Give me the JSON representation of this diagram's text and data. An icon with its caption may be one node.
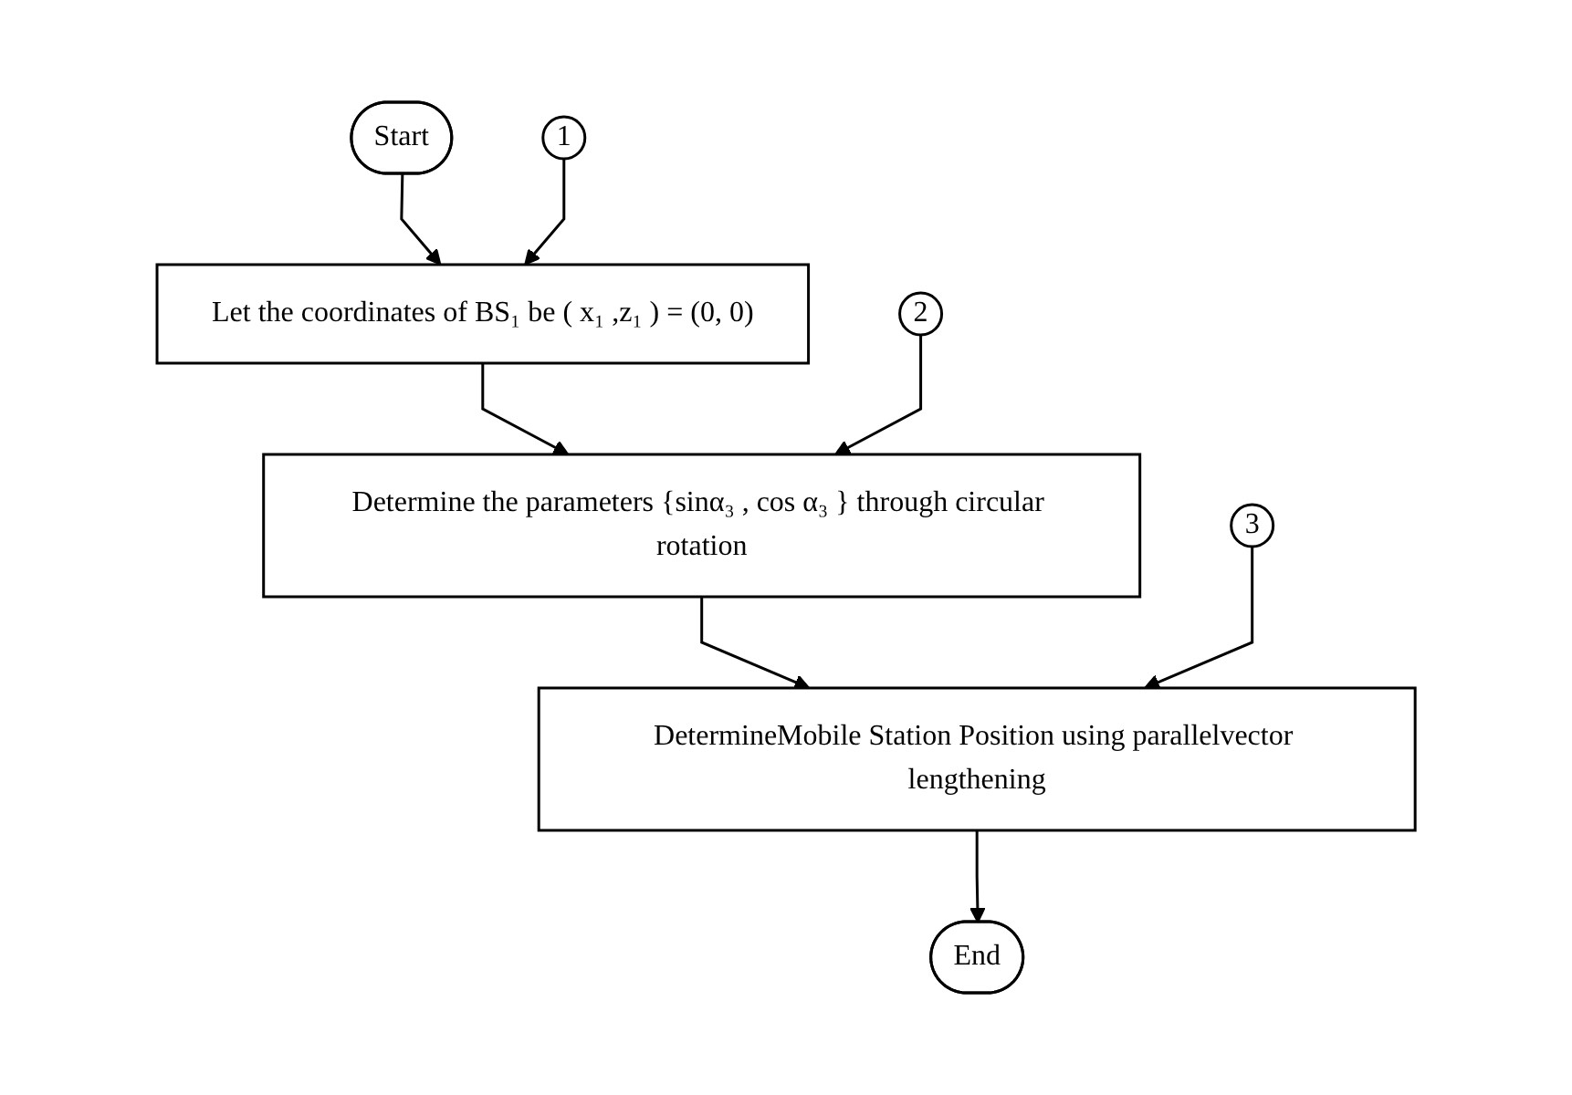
{
  "diagram": {
    "nodes": [
      {
        "text": [
          "Start"
        ]
      },
      {
        "text": [
          "1"
        ]
      },
      {
        "text": [
          "Let the coordinates of BS₁ be ( x₁ ,z₁ ) = (0, 0)"
        ]
      },
      {
        "text": [
          "2"
        ]
      },
      {
        "text": [
          "Determine the parameters {sinα₃ , cos α₃ } through circular rotation"
        ]
      },
      {
        "text": [
          "3"
        ]
      },
      {
        "text": [
          "DetermineMobile Station Position using parallelvector lengthening"
        ]
      },
      {
        "text": [
          "End"
        ]
      }
    ],
    "edges": [
      {
        "from": 0,
        "to": 2,
        "arrow": "to"
      },
      {
        "from": 1,
        "to": 2,
        "arrow": "to"
      },
      {
        "from": 2,
        "to": 4,
        "arrow": "to"
      },
      {
        "from": 3,
        "to": 4,
        "arrow": "to"
      },
      {
        "from": 4,
        "to": 6,
        "arrow": "to"
      },
      {
        "from": 5,
        "to": 6,
        "arrow": "to"
      },
      {
        "from": 6,
        "to": 7,
        "arrow": "to"
      }
    ]
  }
}
